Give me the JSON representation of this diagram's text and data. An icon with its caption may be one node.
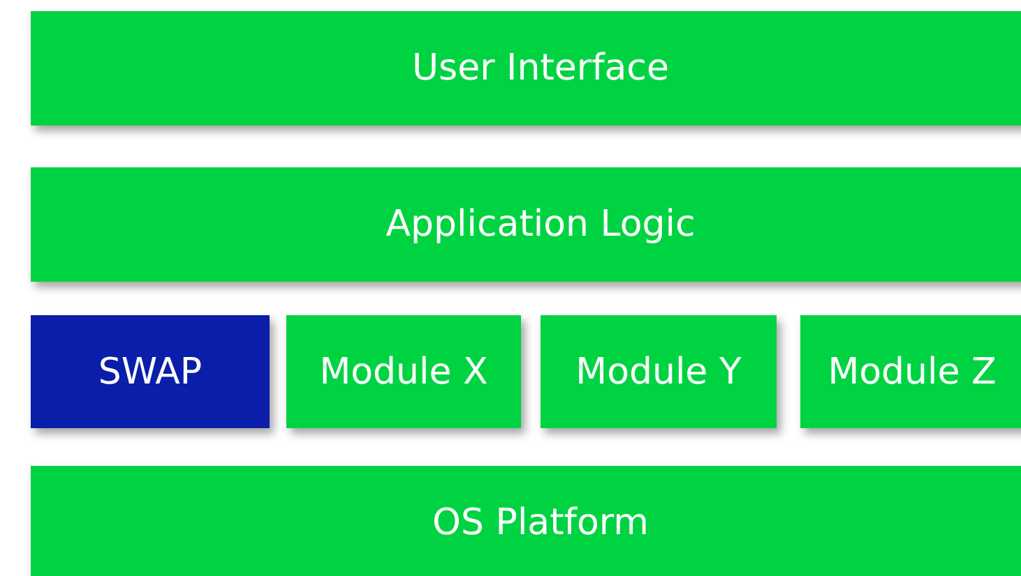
{
  "diagram": {
    "nodes": [
      {
        "text": [
          "User Interface"
        ]
      },
      {
        "text": [
          "Application Logic"
        ]
      },
      {
        "text": [
          "SWAP"
        ]
      },
      {
        "text": [
          "Module X"
        ]
      },
      {
        "text": [
          "Module Y"
        ]
      },
      {
        "text": [
          "Module Z"
        ]
      },
      {
        "text": [
          "OS Platform"
        ]
      }
    ]
  }
}
